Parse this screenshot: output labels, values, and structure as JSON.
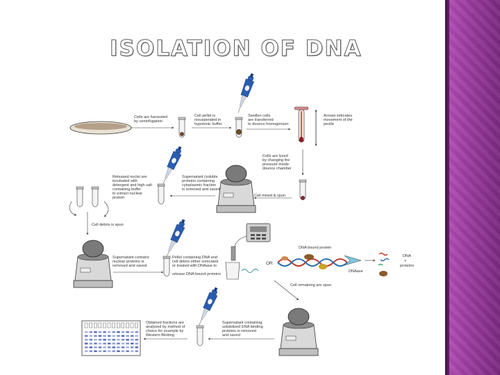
{
  "title": "ISOLATION OF DNA",
  "labels": {
    "harvest": [
      "Cells are harvested",
      "by centrifugation"
    ],
    "pellet": [
      "Cell pellet is",
      "resuspended in",
      "hypotonic buffer"
    ],
    "swollen": [
      "Swollen cells",
      "are transferred",
      "to dounce homogenizer"
    ],
    "arrow_note": [
      "Arrows indicates",
      "movement of the",
      "pestle"
    ],
    "lysed": [
      "Cells are lysed",
      "by changing the",
      "pressure inside",
      "dounce chamber"
    ],
    "released": [
      "Released nuclei are",
      "incubated with",
      "detergent and high salt",
      "containing buffer",
      "to extract nuclear",
      "protein"
    ],
    "supernatant1": [
      "Supernatant (soluble",
      "proteins containing",
      "cytoplasmic fraction",
      "is removed and saved"
    ],
    "cell_spun": "Cell mixed & spun",
    "debris": "Cell debris is spun",
    "supernatant2": [
      "Supernatant contains",
      "nuclear proteins is",
      "removed and saved"
    ],
    "pellet_dna": [
      "Pellet containing DNA and",
      "cell debris either sonicated",
      "or treated with DNAase to",
      "release DNA bound proteins"
    ],
    "or": "OR",
    "dna_bound": "DNA bound protein",
    "dnase": "DNAase",
    "dna_label": "DNA",
    "plus": "+",
    "proteins_label": "proteins",
    "remaining": "Cell remaining are spun",
    "obtained": [
      "Obtained fractions are",
      "analyzed by method of",
      "choice for example by",
      "Western Blotting"
    ],
    "supernatant3": [
      "Supernatant containing",
      "solubilized DNA binding",
      "proteins is removed",
      "and saved"
    ]
  },
  "colors": {
    "sidebar": "#9b3c9f",
    "title_outline": "#5a5a5a",
    "pipette_blue": "#2a5db0",
    "blot_blue": "#3b55b0"
  }
}
